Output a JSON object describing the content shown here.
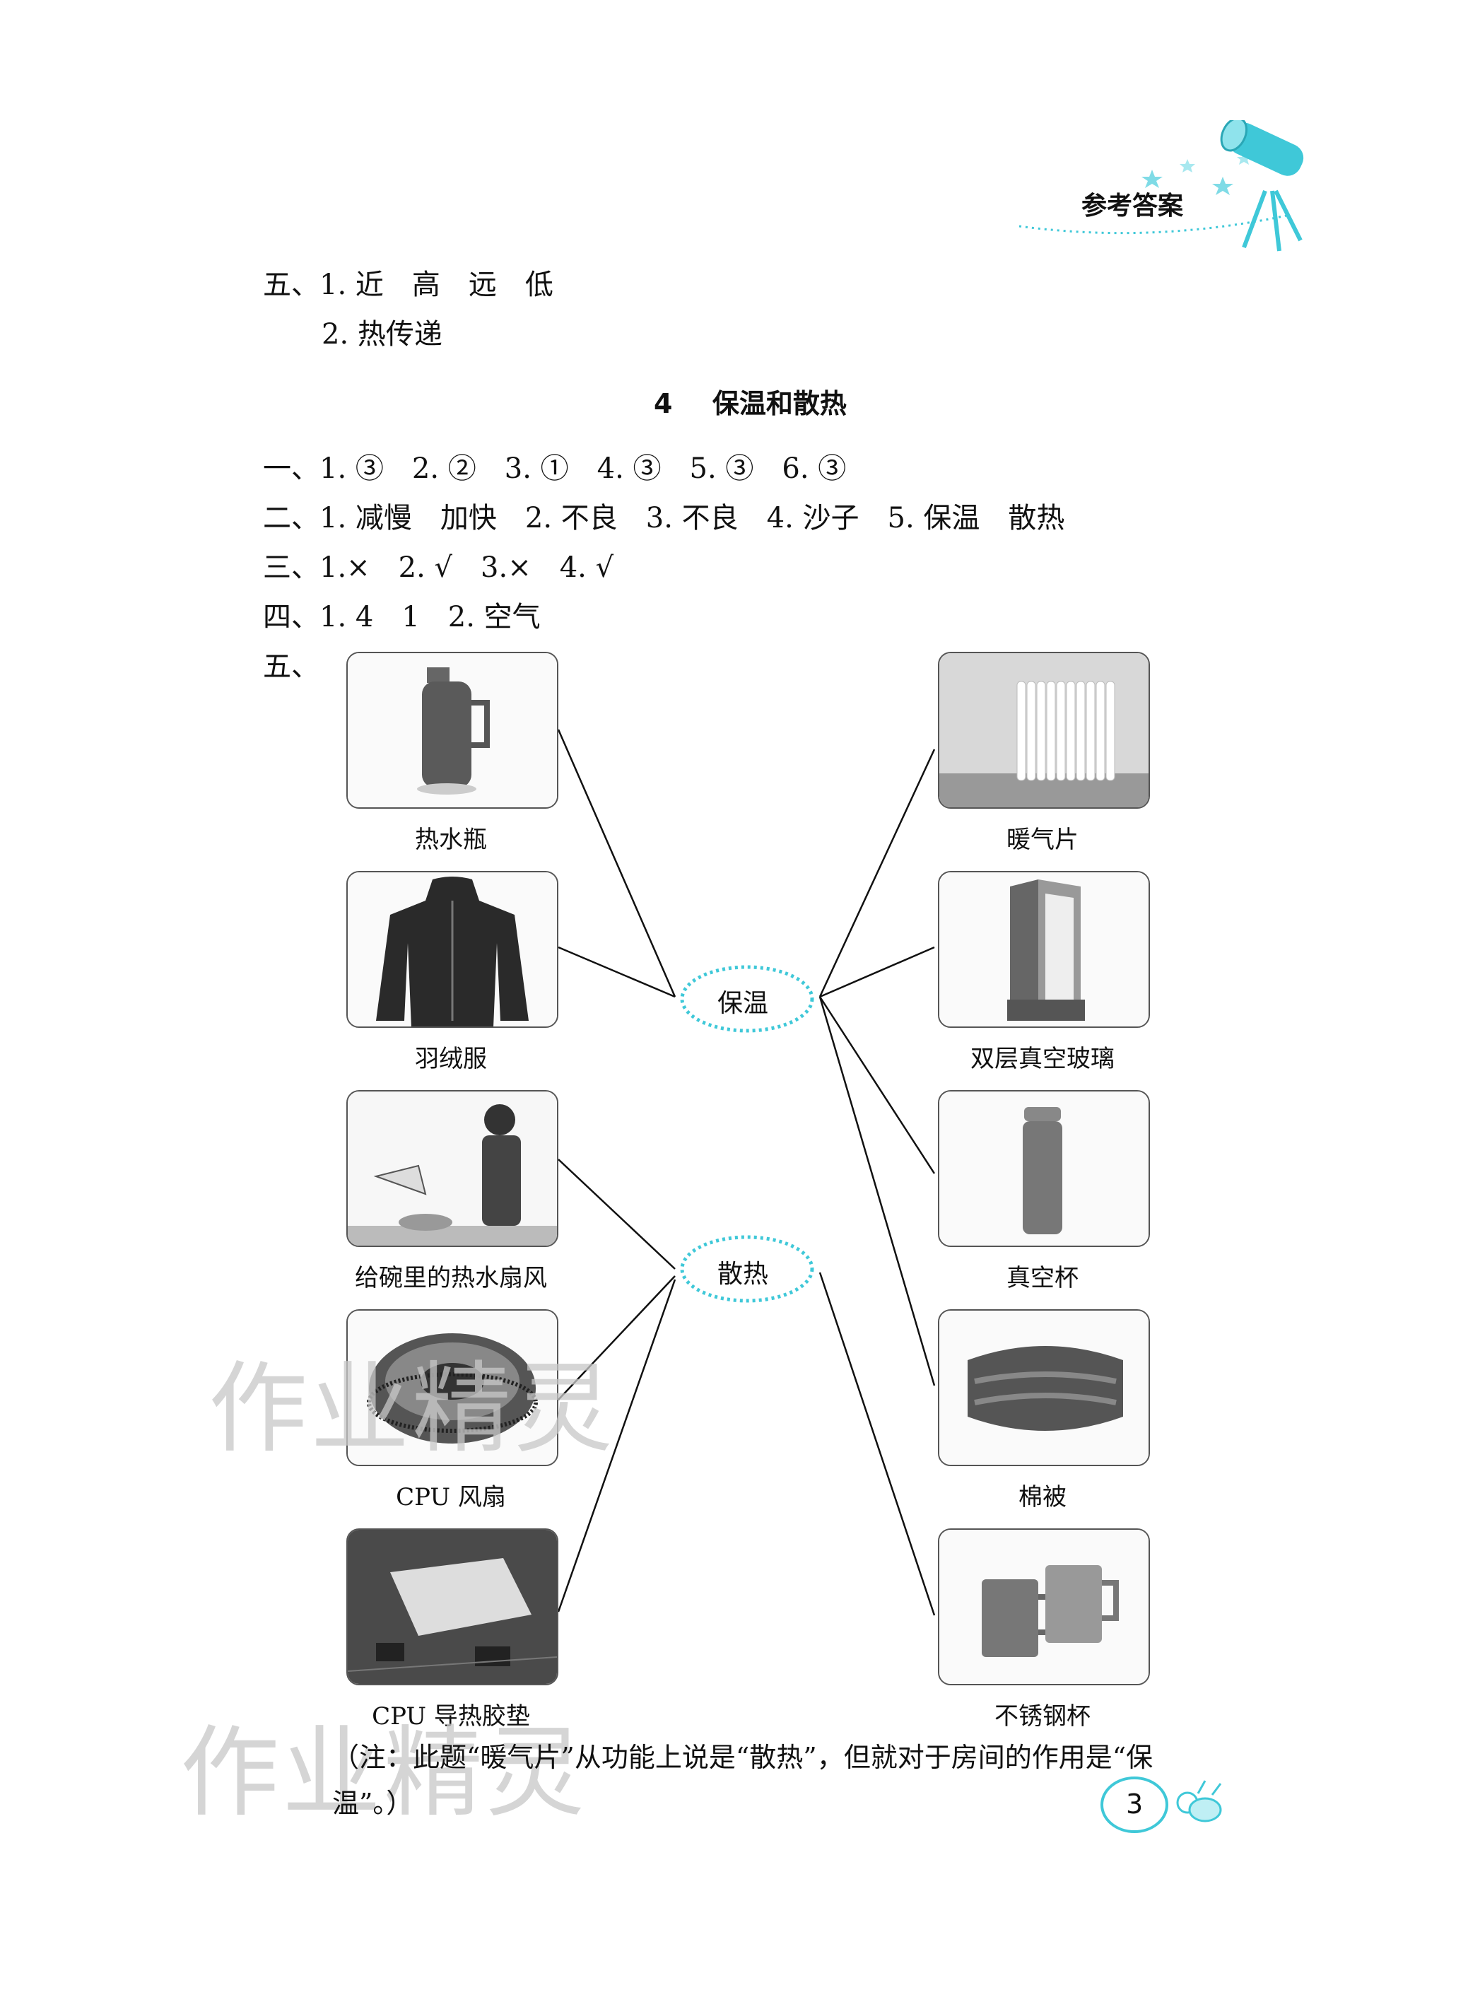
{
  "header": {
    "label": "参考答案"
  },
  "prev_section": {
    "line1": "五、1. 近　高　远　低",
    "line2": "2. 热传递"
  },
  "section": {
    "number": "4",
    "title": "保温和散热"
  },
  "answers": [
    "一、1. ③　2. ②　3. ①　4. ③　5. ③　6. ③",
    "二、1. 减慢　加快　2. 不良　3. 不良　4. 沙子　5. 保温　散热",
    "三、1.×　2. √　3.×　4. √",
    "四、1. 4　1　2. 空气",
    "五、"
  ],
  "diagram": {
    "center_top": "保温",
    "center_bottom": "散热",
    "left_items": [
      {
        "label": "热水瓶",
        "icon": "thermos-bottle-photo"
      },
      {
        "label": "羽绒服",
        "icon": "down-jacket-photo"
      },
      {
        "label": "给碗里的热水扇风",
        "icon": "boy-fanning-bowl-photo"
      },
      {
        "label": "CPU 风扇",
        "icon": "cpu-fan-photo"
      },
      {
        "label": "CPU 导热胶垫",
        "icon": "thermal-pad-photo"
      }
    ],
    "right_items": [
      {
        "label": "暖气片",
        "icon": "radiator-photo"
      },
      {
        "label": "双层真空玻璃",
        "icon": "double-glazed-window-photo"
      },
      {
        "label": "真空杯",
        "icon": "vacuum-cup-photo"
      },
      {
        "label": "棉被",
        "icon": "quilt-photo"
      },
      {
        "label": "不锈钢杯",
        "icon": "steel-cups-photo"
      }
    ]
  },
  "note": {
    "line1": "（注：此题“暖气片”从功能上说是“散热”，但就对于房间的作用是“保",
    "line2": "温”。）"
  },
  "watermark": "作业精灵",
  "page_number": "3",
  "colors": {
    "accent": "#3fc8d8",
    "line": "#111111"
  }
}
